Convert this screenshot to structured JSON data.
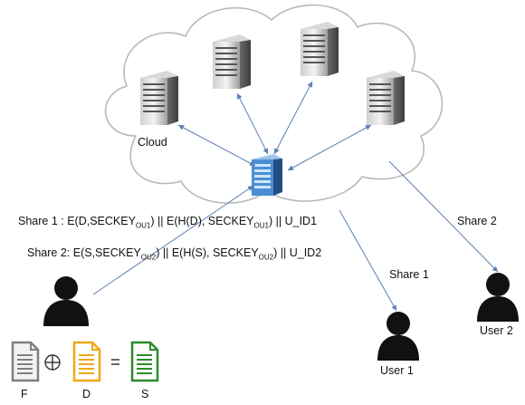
{
  "cloud": {
    "label": "Cloud"
  },
  "shares": {
    "share1": {
      "prefix": "Share 1 : E(D,SECKEY",
      "sub1": "OU1",
      "mid": ") || E(H(D), SECKEY",
      "sub2": "OU1",
      "suffix": ") || U_ID1"
    },
    "share2": {
      "prefix": "Share 2: E(S,SECKEY",
      "sub1": "OU2",
      "mid": ") || E(H(S), SECKEY",
      "sub2": "OU2",
      "suffix": ") || U_ID2"
    }
  },
  "arrows": {
    "share1_label": "Share 1",
    "share2_label": "Share 2"
  },
  "users": {
    "user1": "User 1",
    "user2": "User 2"
  },
  "files": {
    "f": "F",
    "d": "D",
    "s": "S",
    "xor_symbol": "⊕",
    "equals_symbol": "="
  },
  "colors": {
    "arrow": "#5b7fb0",
    "cloud_outline": "#b9b9b9",
    "file_f": "#808080",
    "file_d": "#f0a818",
    "file_s": "#2e8b2e",
    "server_blue": "#2a6fb8"
  }
}
